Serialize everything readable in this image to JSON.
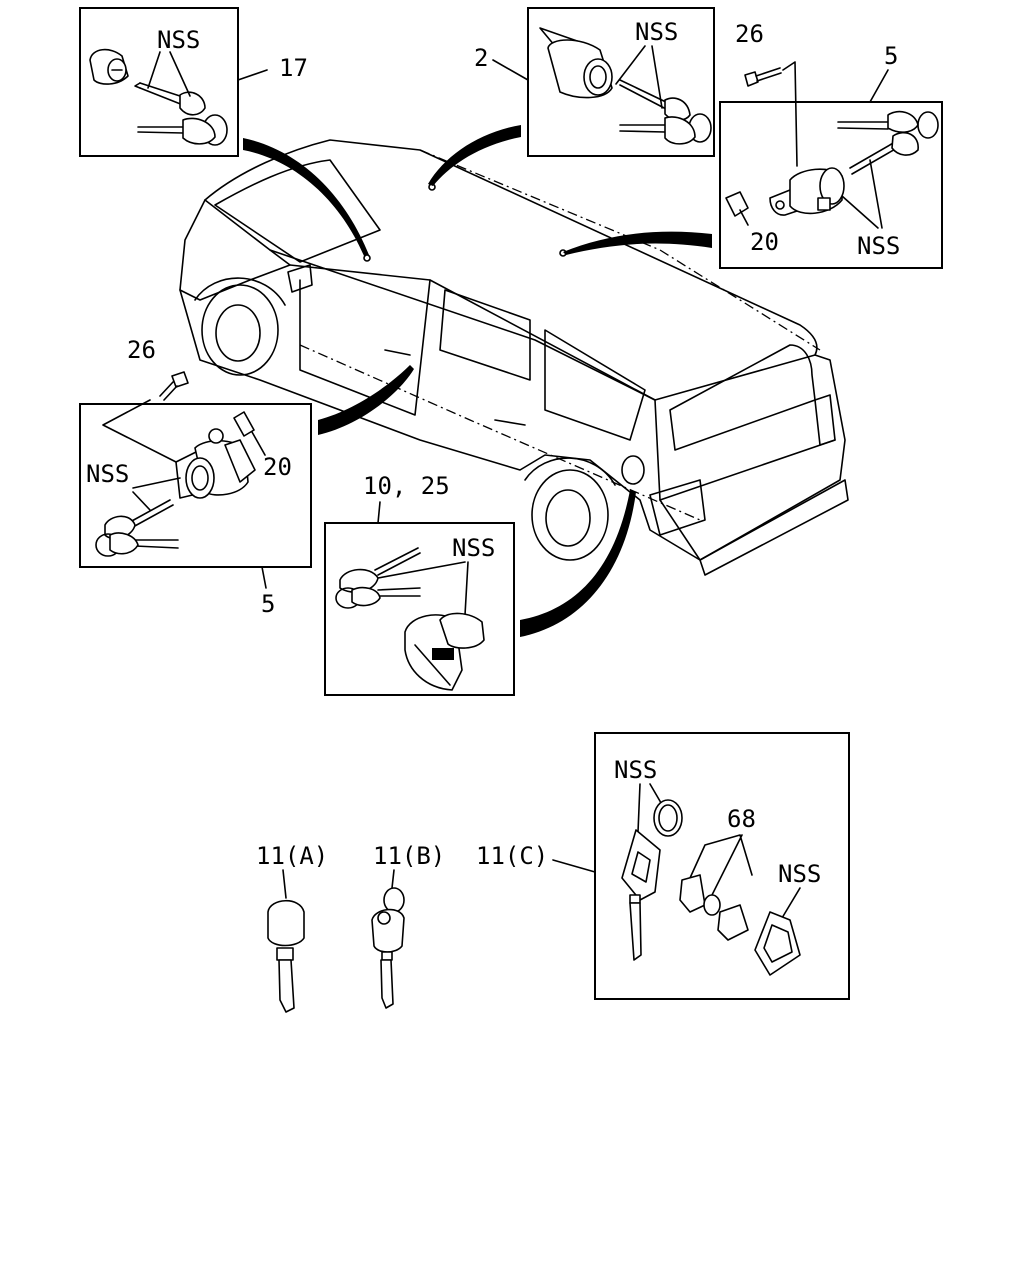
{
  "callouts": {
    "top_left_nss": "NSS",
    "top_left_num": "17",
    "top_mid_num": "2",
    "top_mid_nss": "NSS",
    "top_right_bolt": "26",
    "top_right_num": "5",
    "top_right_20": "20",
    "top_right_nss": "NSS",
    "left_bolt": "26",
    "left_nss": "NSS",
    "left_20": "20",
    "left_num": "5",
    "fuel_num": "10, 25",
    "fuel_nss": "NSS",
    "key_a": "11(A)",
    "key_b": "11(B)",
    "key_c": "11(C)",
    "kc_nss1": "NSS",
    "kc_68": "68",
    "kc_nss2": "NSS"
  },
  "icons": [
    "suv-vehicle-icon",
    "door-lock-cylinder-icon",
    "ignition-cylinder-icon",
    "tailgate-lock-icon",
    "fuel-lid-lock-icon",
    "key-icon",
    "remote-key-icon",
    "bolt-icon"
  ]
}
